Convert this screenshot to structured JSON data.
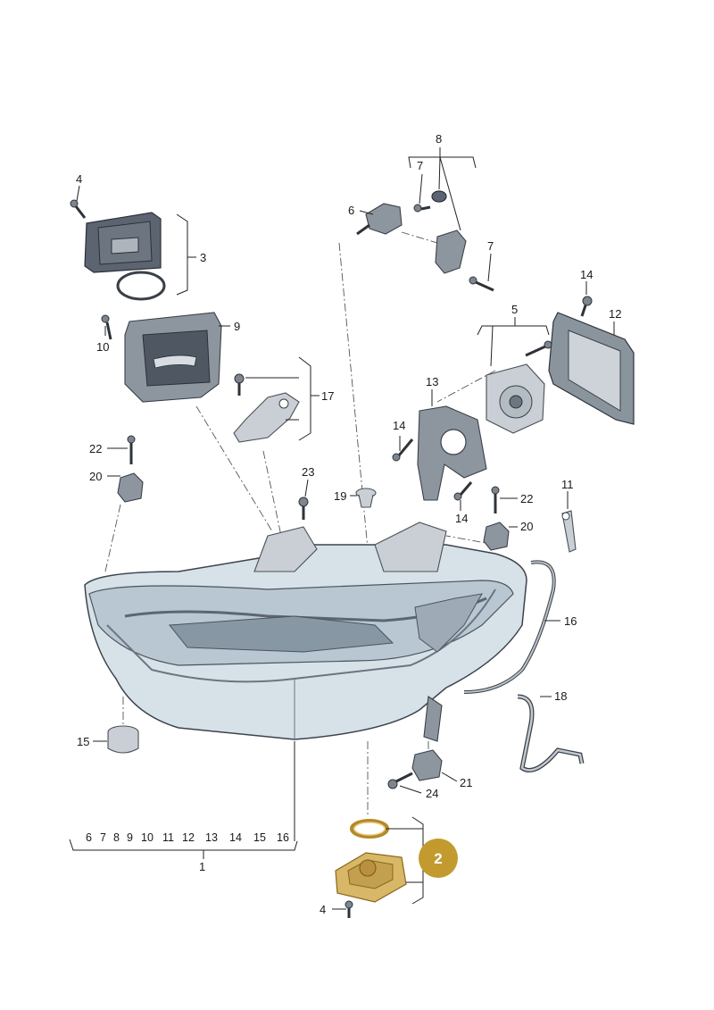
{
  "labels": {
    "l1": "1",
    "l2": "2",
    "l3": "3",
    "l4a": "4",
    "l4b": "4",
    "l5": "5",
    "l6": "6",
    "l7a": "7",
    "l7b": "7",
    "l8": "8",
    "l9": "9",
    "l10": "10",
    "l11": "11",
    "l12": "12",
    "l13": "13",
    "l14a": "14",
    "l14b": "14",
    "l14c": "14",
    "l15": "15",
    "l16": "16",
    "l17": "17",
    "l18": "18",
    "l19": "19",
    "l20a": "20",
    "l20b": "20",
    "l21": "21",
    "l22a": "22",
    "l22b": "22",
    "l23": "23",
    "l24": "24"
  },
  "assembly_list": [
    "6",
    "7",
    "8",
    "9",
    "10",
    "11",
    "12",
    "13",
    "14",
    "15",
    "16"
  ],
  "highlight": {
    "label": "2",
    "color": "#c29a2e"
  }
}
